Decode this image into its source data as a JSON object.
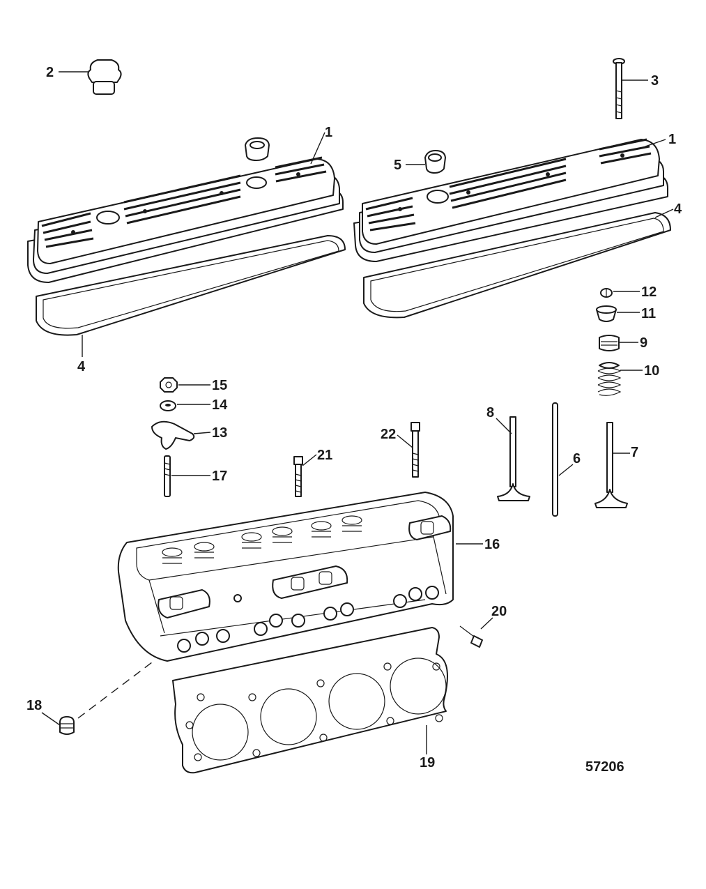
{
  "diagram": {
    "figure_number": "57206",
    "callouts": [
      {
        "part": "valve-cover-left",
        "label": "1"
      },
      {
        "part": "valve-cover-right",
        "label": "1"
      },
      {
        "part": "oil-filler-cap",
        "label": "2"
      },
      {
        "part": "cover-bolt",
        "label": "3"
      },
      {
        "part": "cover-gasket-left",
        "label": "4"
      },
      {
        "part": "cover-gasket-right",
        "label": "4"
      },
      {
        "part": "grommet",
        "label": "5"
      },
      {
        "part": "push-rod",
        "label": "6"
      },
      {
        "part": "exhaust-valve",
        "label": "7"
      },
      {
        "part": "intake-valve",
        "label": "8"
      },
      {
        "part": "valve-seal",
        "label": "9"
      },
      {
        "part": "valve-spring",
        "label": "10"
      },
      {
        "part": "spring-retainer",
        "label": "11"
      },
      {
        "part": "valve-keeper",
        "label": "12"
      },
      {
        "part": "rocker-arm",
        "label": "13"
      },
      {
        "part": "ball",
        "label": "14"
      },
      {
        "part": "rocker-nut",
        "label": "15"
      },
      {
        "part": "cylinder-head",
        "label": "16"
      },
      {
        "part": "rocker-stud",
        "label": "17"
      },
      {
        "part": "plug",
        "label": "18"
      },
      {
        "part": "head-gasket",
        "label": "19"
      },
      {
        "part": "head-bolt-short",
        "label": "20"
      },
      {
        "part": "head-bolt-medium",
        "label": "21"
      },
      {
        "part": "head-bolt-long",
        "label": "22"
      }
    ]
  }
}
